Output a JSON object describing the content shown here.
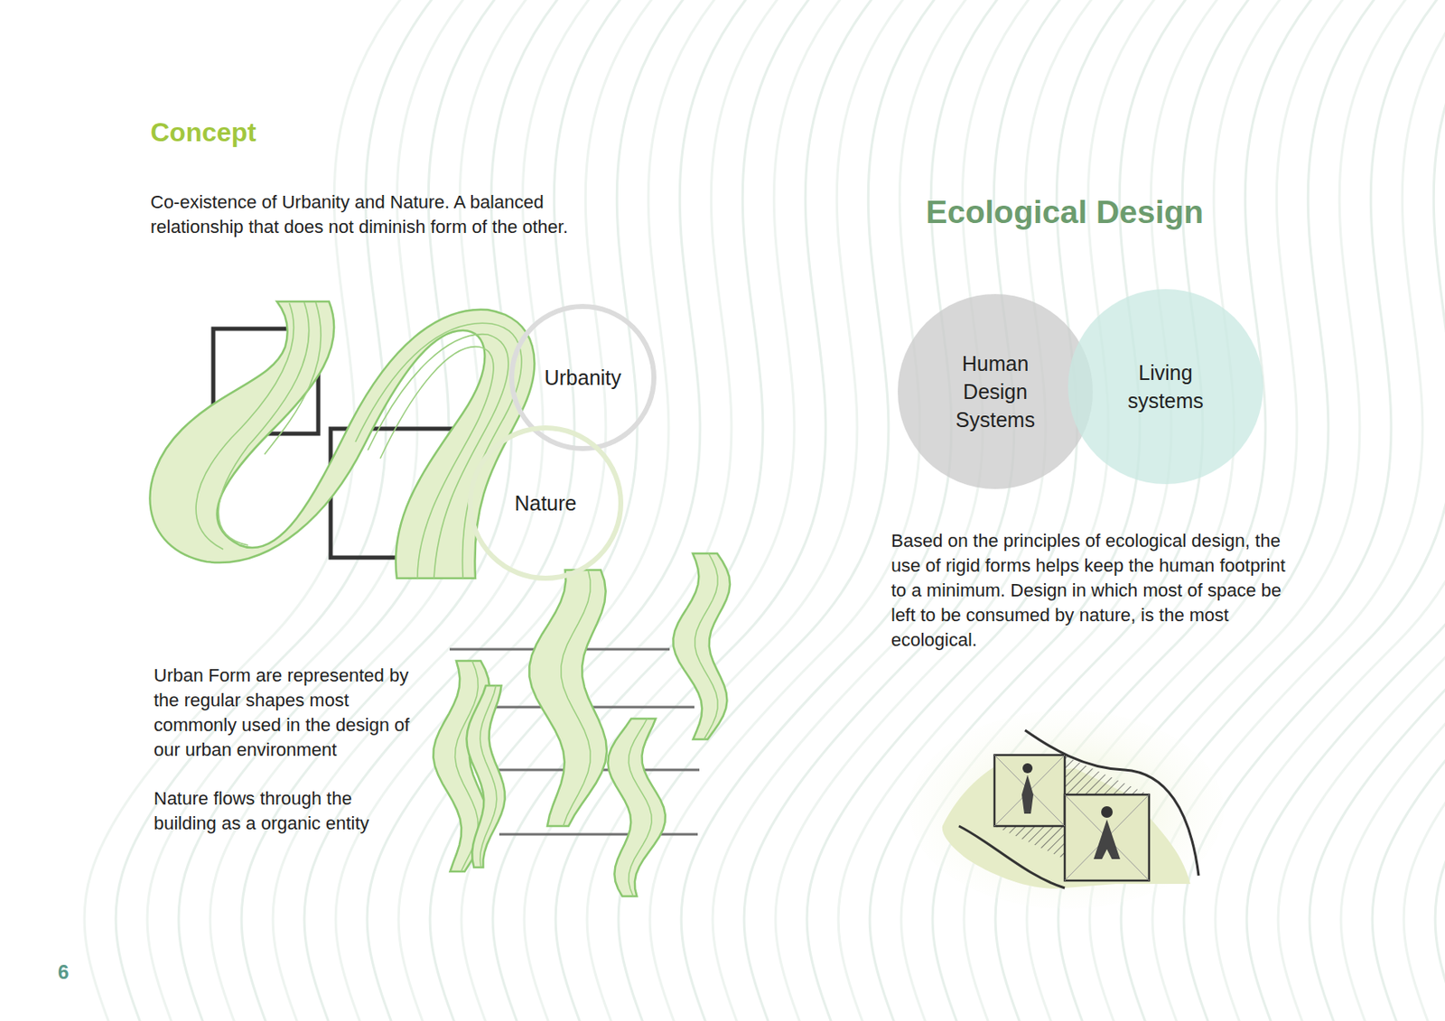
{
  "diagram": {
    "title": "Concept",
    "nodes": [
      {
        "text": [
          "Urbanity"
        ]
      },
      {
        "text": [
          "Nature"
        ]
      },
      {
        "text": [
          "Human Design Systems"
        ]
      },
      {
        "text": [
          "Living systems"
        ]
      }
    ],
    "labels": [
      "Co-existence of Urbanity and Nature. A balanced relationship that does not diminish form of the other.",
      "Urban Form are represented by the regular shapes most commonly used in the design of our urban environment",
      "Nature flows through the building as a organic entity",
      "Ecological Design",
      "Based on the principles of ecological design, the use of rigid forms helps keep the human footprint to a minimum. Design in which most of space be left to be consumed by nature, is the most ecological.",
      "6"
    ]
  }
}
